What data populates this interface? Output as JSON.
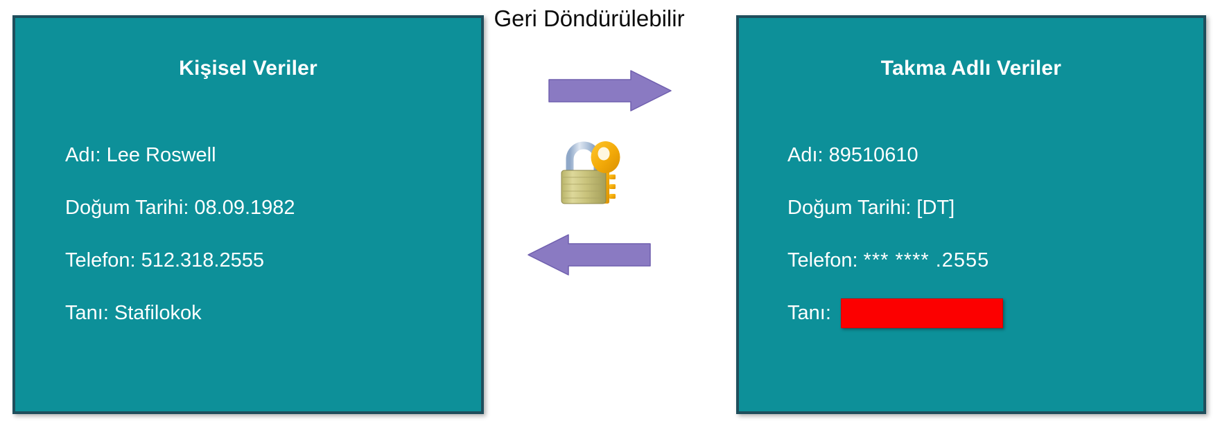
{
  "center": {
    "title": "Geri Döndürülebilir",
    "forward_arrow_icon": "right-arrow-icon",
    "back_arrow_icon": "left-arrow-icon",
    "lock_icon": "locked-with-key-icon",
    "arrow_color": "#8a7ac2",
    "arrow_outline_color": "#6f5fae",
    "title_color": "#0b0b0b"
  },
  "panels": {
    "personal": {
      "title": "Kişisel Veriler",
      "fill_color": "#0d9099",
      "border_color": "#1f4e5c",
      "text_color": "#ffffff",
      "fields": [
        {
          "label": "Adı:",
          "value": "Lee Roswell"
        },
        {
          "label": "Doğum Tarihi:",
          "value": "08.09.1982"
        },
        {
          "label": "Telefon:",
          "value": "512.318.2555"
        },
        {
          "label": "Tanı:",
          "value": "Stafilokok"
        }
      ]
    },
    "pseudonymised": {
      "title": "Takma Adlı Veriler",
      "fill_color": "#0d9099",
      "border_color": "#1f4e5c",
      "text_color": "#ffffff",
      "redaction_color": "#fc0000",
      "fields": [
        {
          "label": "Adı:",
          "value": "89510610"
        },
        {
          "label": "Doğum Tarihi:",
          "value": "[DT]"
        },
        {
          "label": "Telefon:",
          "value": "*** **** .2555"
        },
        {
          "label": "Tanı:",
          "value": ""
        }
      ]
    }
  }
}
